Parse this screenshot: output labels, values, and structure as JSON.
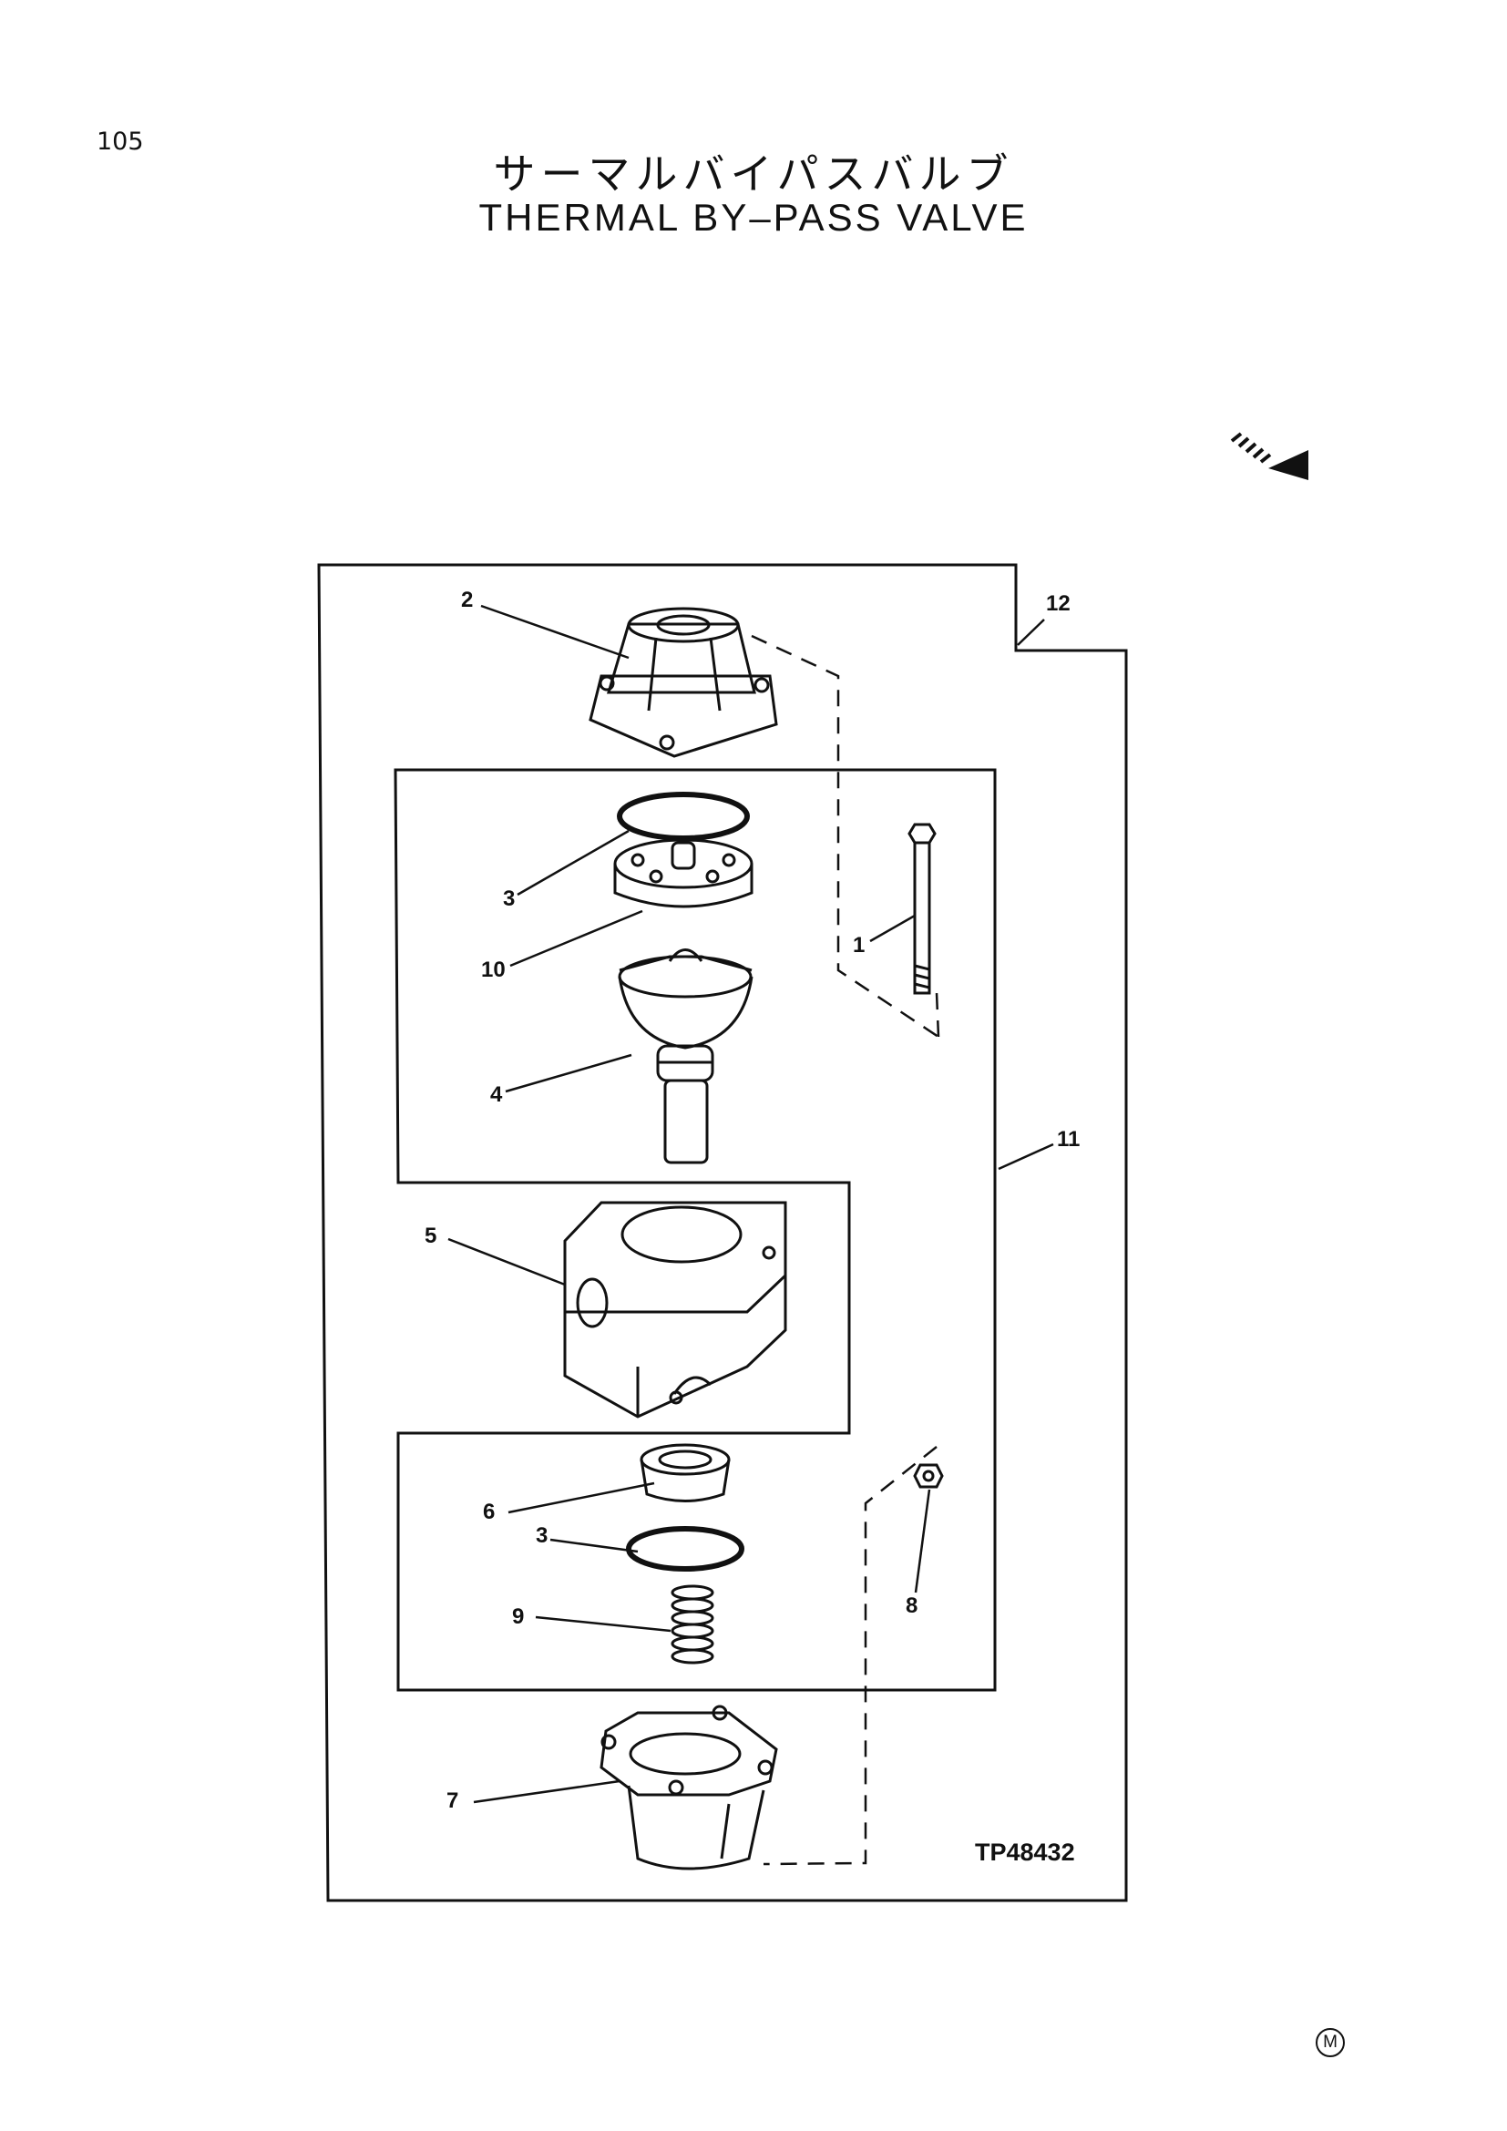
{
  "page": {
    "number": "105",
    "title_jp": "サーマルバイパスバルブ",
    "title_en": "THERMAL BY–PASS VALVE",
    "drawing_ref": "TP48432",
    "corner_mark": "M"
  },
  "callouts": {
    "c1": "1",
    "c2": "2",
    "c3a": "3",
    "c3b": "3",
    "c4": "4",
    "c5": "5",
    "c6": "6",
    "c7": "7",
    "c8": "8",
    "c9": "9",
    "c10": "10",
    "c11": "11",
    "c12": "12"
  },
  "icons": {
    "direction_arrow": "front-direction-arrow-icon"
  }
}
